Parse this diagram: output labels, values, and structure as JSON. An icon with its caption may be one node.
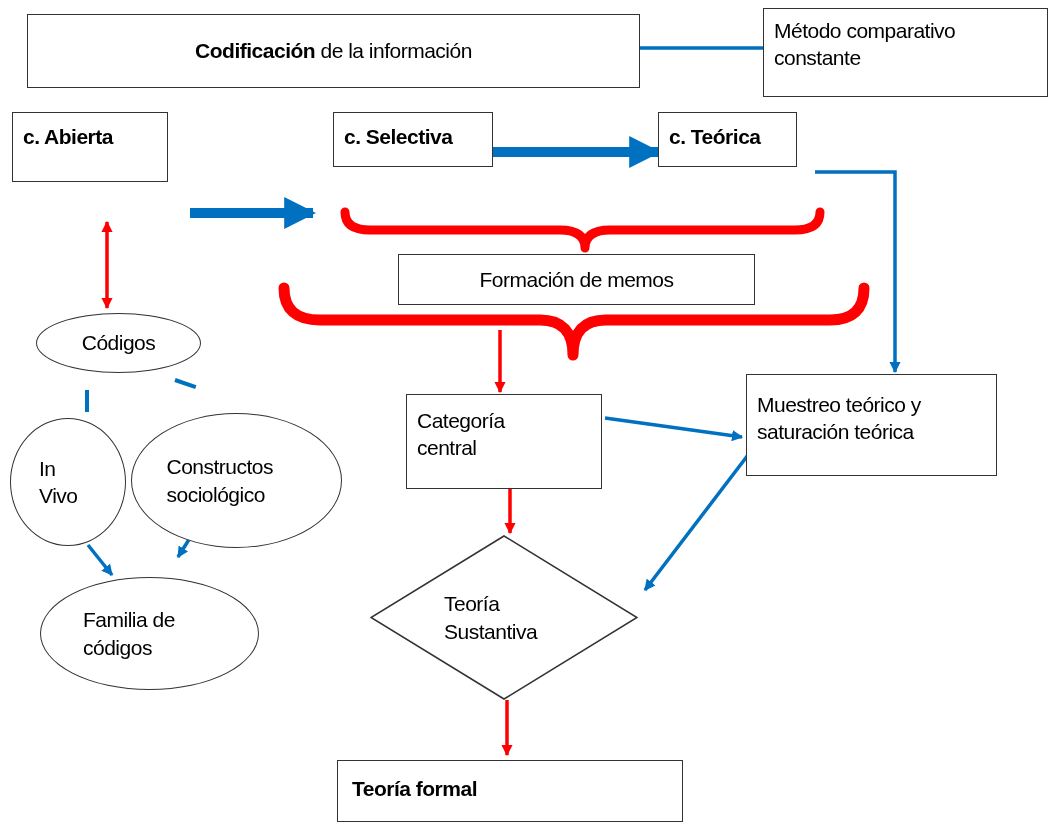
{
  "diagram": {
    "nodes": [
      {
        "text": [
          "**Codificación** de la información"
        ]
      },
      {
        "text": [
          "Método comparativo constante"
        ]
      },
      {
        "text": [
          "c. Abierta"
        ]
      },
      {
        "text": [
          "c. Selectiva"
        ]
      },
      {
        "text": [
          "c. Teórica"
        ]
      },
      {
        "text": [
          "Formación de memos"
        ]
      },
      {
        "text": [
          "Códigos"
        ]
      },
      {
        "text": [
          "In Vivo"
        ]
      },
      {
        "text": [
          "Constructos sociológico"
        ]
      },
      {
        "text": [
          "Familia de códigos"
        ]
      },
      {
        "text": [
          "Categoría central"
        ]
      },
      {
        "text": [
          "Muestreo teórico y saturación teórica"
        ]
      },
      {
        "text": [
          "Teoría Sustantiva"
        ]
      },
      {
        "text": [
          "Teoría formal"
        ]
      }
    ],
    "edges": [
      {
        "from": 0,
        "to": 1,
        "arrow": "none"
      },
      {
        "from": 2,
        "to": 3,
        "arrow": "to",
        "style": "thick"
      },
      {
        "from": 3,
        "to": 4,
        "arrow": "to",
        "style": "thick"
      },
      {
        "from": 2,
        "to": 6,
        "arrow": "both",
        "color": "#ff0000"
      },
      {
        "from": 4,
        "to": 11,
        "arrow": "to"
      },
      {
        "from": 5,
        "to": 10,
        "arrow": "to",
        "color": "#ff0000"
      },
      {
        "from": 6,
        "to": 7,
        "arrow": "none",
        "style": "dashed"
      },
      {
        "from": 6,
        "to": 8,
        "arrow": "none",
        "style": "dashed"
      },
      {
        "from": 7,
        "to": 9,
        "arrow": "to"
      },
      {
        "from": 8,
        "to": 9,
        "arrow": "to"
      },
      {
        "from": 10,
        "to": 11,
        "arrow": "to"
      },
      {
        "from": 11,
        "to": 12,
        "arrow": "to"
      },
      {
        "from": 10,
        "to": 12,
        "arrow": "to",
        "color": "#ff0000"
      },
      {
        "from": 12,
        "to": 13,
        "arrow": "to",
        "color": "#ff0000"
      }
    ]
  }
}
